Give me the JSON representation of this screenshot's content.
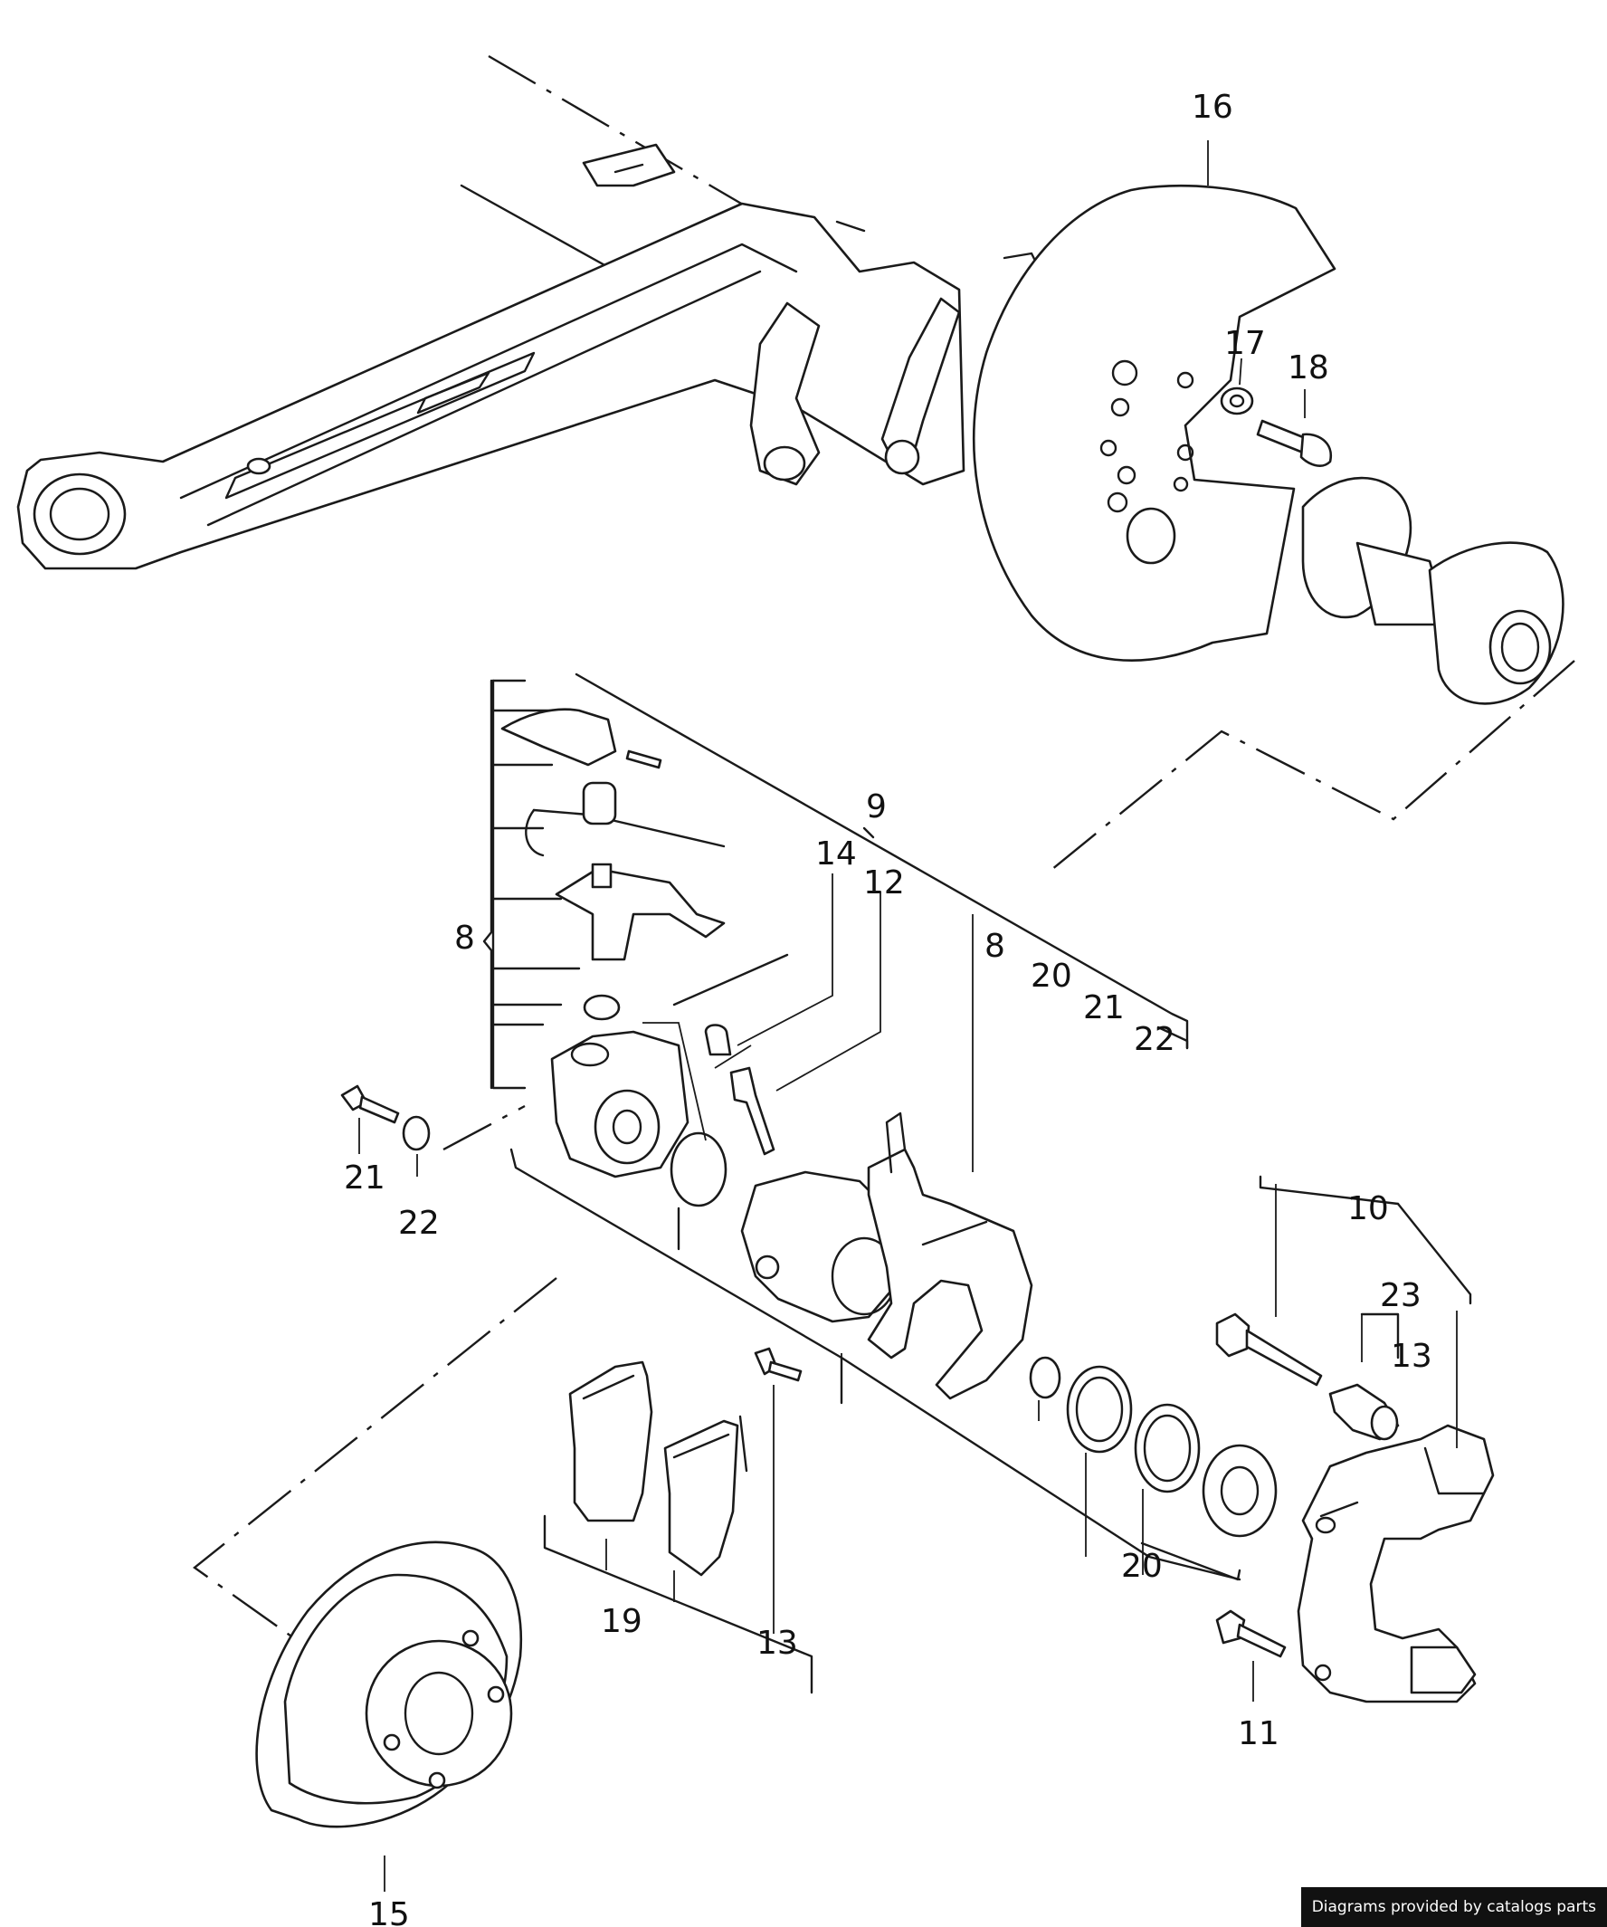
{
  "callouts": {
    "c16": "16",
    "c17": "17",
    "c18": "18",
    "c9": "9",
    "c14": "14",
    "c12": "12",
    "c8a": "8",
    "c8b": "8",
    "c20a": "20",
    "c21a": "21",
    "c22a": "22",
    "c21b": "21",
    "c22b": "22",
    "c10": "10",
    "c23": "23",
    "c13a": "13",
    "c19": "19",
    "c13b": "13",
    "c20b": "20",
    "c11": "11",
    "c15": "15"
  },
  "credit": "Diagrams provided by catalogs parts"
}
